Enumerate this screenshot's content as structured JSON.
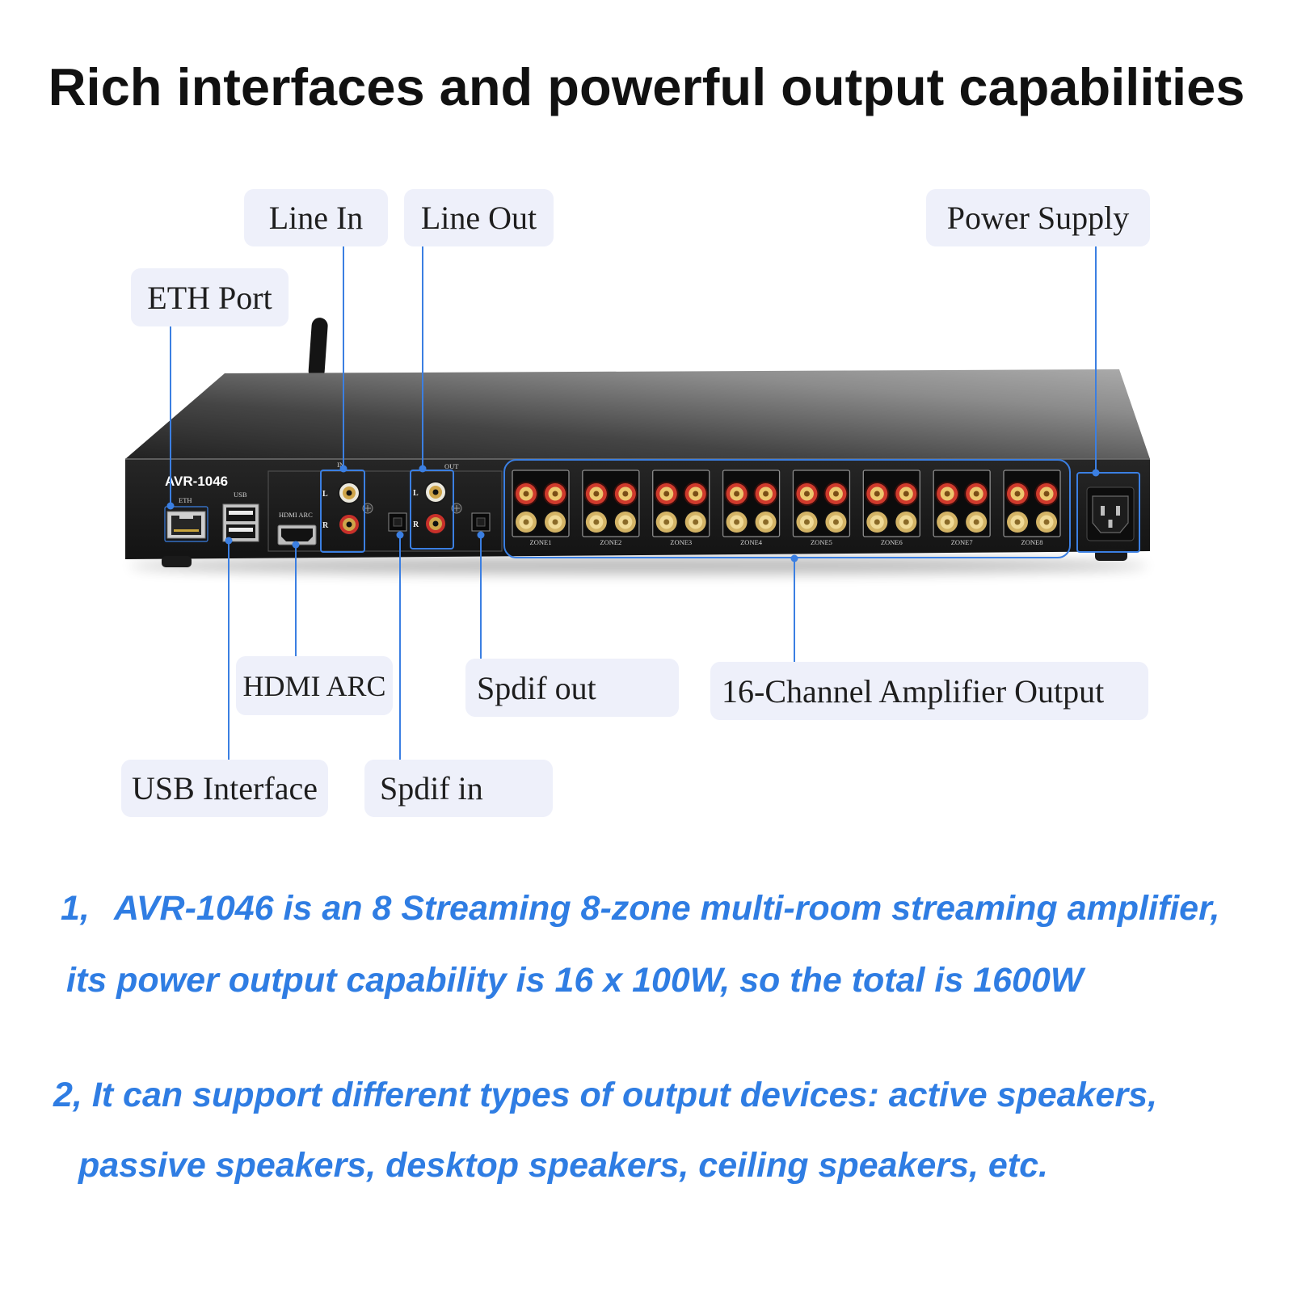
{
  "title": "Rich interfaces and powerful output capabilities",
  "device": {
    "model": "AVR-1046",
    "eth_label": "ETH",
    "usb_label": "USB",
    "hdmi_label": "HDMI ARC",
    "in_label": "IN",
    "out_label": "OUT",
    "left_label": "L",
    "right_label": "R",
    "zones": [
      "ZONE1",
      "ZONE2",
      "ZONE3",
      "ZONE4",
      "ZONE5",
      "ZONE6",
      "ZONE7",
      "ZONE8"
    ]
  },
  "callouts": {
    "line_in": "Line In",
    "line_out": "Line Out",
    "power_supply": "Power Supply",
    "eth_port": "ETH Port",
    "hdmi_arc": "HDMI ARC",
    "spdif_out": "Spdif out",
    "amp_output": "16-Channel Amplifier Output",
    "usb_interface": "USB Interface",
    "spdif_in": "Spdif in"
  },
  "features": [
    {
      "number": "1,",
      "lines": [
        "AVR-1046 is an 8 Streaming 8-zone multi-room streaming amplifier,",
        "its power output capability is 16 x 100W, so the total is 1600W"
      ]
    },
    {
      "number": "2,",
      "lines": [
        "It can support different types of output devices: active speakers,",
        "passive speakers, desktop speakers, ceiling speakers, etc."
      ]
    }
  ],
  "colors": {
    "accent_blue": "#2f7de3",
    "leader_blue": "#3b7fe2",
    "callout_bg": "#eef0fa",
    "title": "#111111"
  }
}
